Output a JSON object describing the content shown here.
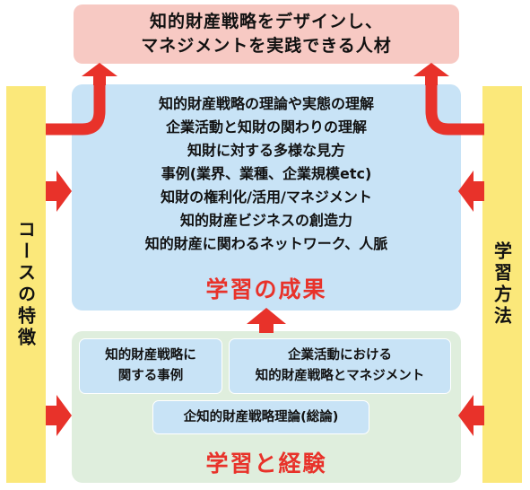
{
  "goal": {
    "lines": [
      "知的財産戦略をデザインし、",
      "マネジメントを実践できる人材"
    ]
  },
  "left_bar": {
    "label": "コースの特徴"
  },
  "right_bar": {
    "label": "学習方法"
  },
  "results": {
    "items": [
      "知的財産戦略の理論や実態の理解",
      "企業活動と知財の関わりの理解",
      "知財に対する多様な見方",
      "事例(業界、業種、企業規模etc)",
      "知財の権利化/活用/マネジメント",
      "知的財産ビジネスの創造力",
      "知的財産に関わるネットワーク、人脈"
    ],
    "title": "学習の成果"
  },
  "experience": {
    "card_a": [
      "知的財産戦略に",
      "関する事例"
    ],
    "card_b": [
      "企業活動における",
      "知的財産戦略とマネジメント"
    ],
    "card_c": "企知的財産戦略理論(総論)",
    "title": "学習と経験"
  },
  "colors": {
    "goal_bg": "#f7c9c3",
    "results_bg": "#c8e3f6",
    "experience_bg": "#dfeedd",
    "sidebar_bg": "#fbe87a",
    "arrow": "#e8322a"
  }
}
